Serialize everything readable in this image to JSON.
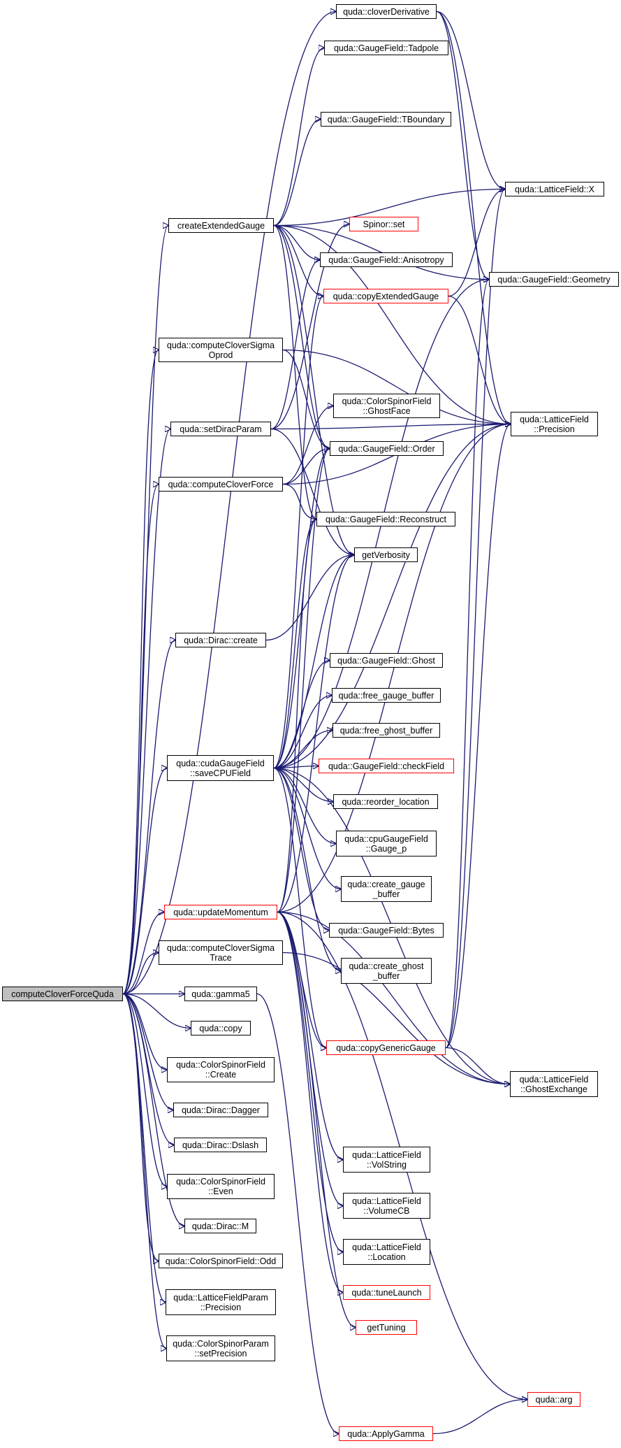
{
  "graph": {
    "edge_color": "#191970",
    "box_border": "#000000",
    "incomplete_border": "#ff0000",
    "root_fill": "#bfbfbf",
    "root": {
      "label": "computeCloverForceQuda"
    },
    "nodes": {
      "cloverDerivative": {
        "label": "quda::cloverDerivative"
      },
      "tadpole": {
        "label": "quda::GaugeField::Tadpole"
      },
      "tboundary": {
        "label": "quda::GaugeField::TBoundary"
      },
      "latticeX": {
        "label": "quda::LatticeField::X"
      },
      "createExtendedGauge": {
        "label": "createExtendedGauge"
      },
      "spinorSet": {
        "label": "Spinor::set"
      },
      "anisotropy": {
        "label": "quda::GaugeField::Anisotropy"
      },
      "geometry": {
        "label": "quda::GaugeField::Geometry"
      },
      "copyExtendedGauge": {
        "label": "quda::copyExtendedGauge"
      },
      "computeCloverSigmaOprod": {
        "label": "quda::computeCloverSigma\nOprod"
      },
      "ghostFace": {
        "label": "quda::ColorSpinorField\n::GhostFace"
      },
      "latticePrecision": {
        "label": "quda::LatticeField\n::Precision"
      },
      "setDiracParam": {
        "label": "quda::setDiracParam"
      },
      "order": {
        "label": "quda::GaugeField::Order"
      },
      "computeCloverForce": {
        "label": "quda::computeCloverForce"
      },
      "reconstruct": {
        "label": "quda::GaugeField::Reconstruct"
      },
      "getVerbosity": {
        "label": "getVerbosity"
      },
      "diracCreate": {
        "label": "quda::Dirac::create"
      },
      "ghost": {
        "label": "quda::GaugeField::Ghost"
      },
      "freeGaugeBuffer": {
        "label": "quda::free_gauge_buffer"
      },
      "freeGhostBuffer": {
        "label": "quda::free_ghost_buffer"
      },
      "saveCPUField": {
        "label": "quda::cudaGaugeField\n::saveCPUField"
      },
      "checkField": {
        "label": "quda::GaugeField::checkField"
      },
      "reorderLocation": {
        "label": "quda::reorder_location"
      },
      "gaugeP": {
        "label": "quda::cpuGaugeField\n::Gauge_p"
      },
      "createGaugeBuffer": {
        "label": "quda::create_gauge\n_buffer"
      },
      "updateMomentum": {
        "label": "quda::updateMomentum"
      },
      "bytes": {
        "label": "quda::GaugeField::Bytes"
      },
      "computeCloverSigmaTrace": {
        "label": "quda::computeCloverSigma\nTrace"
      },
      "createGhostBuffer": {
        "label": "quda::create_ghost\n_buffer"
      },
      "gamma5": {
        "label": "quda::gamma5"
      },
      "copy": {
        "label": "quda::copy"
      },
      "copyGenericGauge": {
        "label": "quda::copyGenericGauge"
      },
      "csfCreate": {
        "label": "quda::ColorSpinorField\n::Create"
      },
      "ghostExchange": {
        "label": "quda::LatticeField\n::GhostExchange"
      },
      "dagger": {
        "label": "quda::Dirac::Dagger"
      },
      "dslash": {
        "label": "quda::Dirac::Dslash"
      },
      "volString": {
        "label": "quda::LatticeField\n::VolString"
      },
      "even": {
        "label": "quda::ColorSpinorField\n::Even"
      },
      "volumeCB": {
        "label": "quda::LatticeField\n::VolumeCB"
      },
      "diracM": {
        "label": "quda::Dirac::M"
      },
      "odd": {
        "label": "quda::ColorSpinorField::Odd"
      },
      "location": {
        "label": "quda::LatticeField\n::Location"
      },
      "paramPrecision": {
        "label": "quda::LatticeFieldParam\n::Precision"
      },
      "tuneLaunch": {
        "label": "quda::tuneLaunch"
      },
      "setPrecision": {
        "label": "quda::ColorSpinorParam\n::setPrecision"
      },
      "getTuning": {
        "label": "getTuning"
      },
      "arg": {
        "label": "quda::arg"
      },
      "applyGamma": {
        "label": "quda::ApplyGamma"
      }
    }
  }
}
